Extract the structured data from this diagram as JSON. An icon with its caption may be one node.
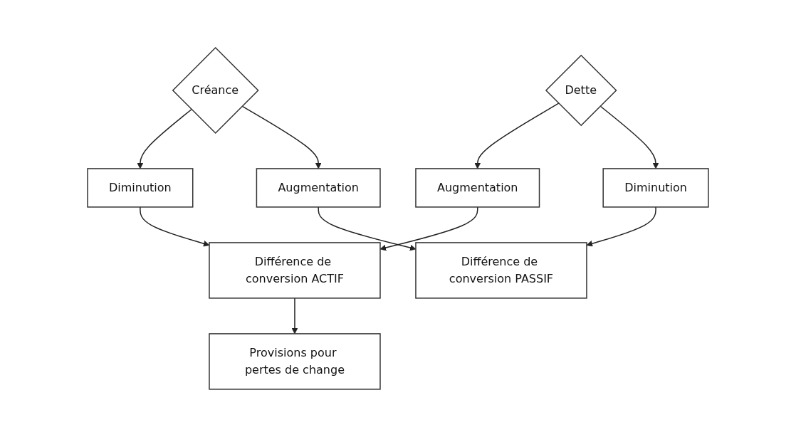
{
  "diagram": {
    "nodes": [
      {
        "text": [
          "Diminution"
        ]
      },
      {
        "text": [
          "Créance"
        ]
      },
      {
        "text": [
          "Augmentation"
        ]
      },
      {
        "text": [
          "Augmentation"
        ]
      },
      {
        "text": [
          "Dette"
        ]
      },
      {
        "text": [
          "Diminution"
        ]
      },
      {
        "text": [
          "Différence de conversion ACTIF"
        ]
      },
      {
        "text": [
          "Différence de conversion PASSIF"
        ]
      },
      {
        "text": [
          "Provisions pour pertes de change"
        ]
      }
    ],
    "edges": [
      {
        "from": 1,
        "to": 0,
        "arrow": "to"
      },
      {
        "from": 1,
        "to": 2,
        "arrow": "to"
      },
      {
        "from": 4,
        "to": 3,
        "arrow": "to"
      },
      {
        "from": 4,
        "to": 5,
        "arrow": "to"
      },
      {
        "from": 0,
        "to": 6,
        "arrow": "to"
      },
      {
        "from": 3,
        "to": 6,
        "arrow": "to"
      },
      {
        "from": 5,
        "to": 7,
        "arrow": "to"
      },
      {
        "from": 2,
        "to": 7,
        "arrow": "to"
      },
      {
        "from": 6,
        "to": 8,
        "arrow": "to"
      }
    ]
  }
}
